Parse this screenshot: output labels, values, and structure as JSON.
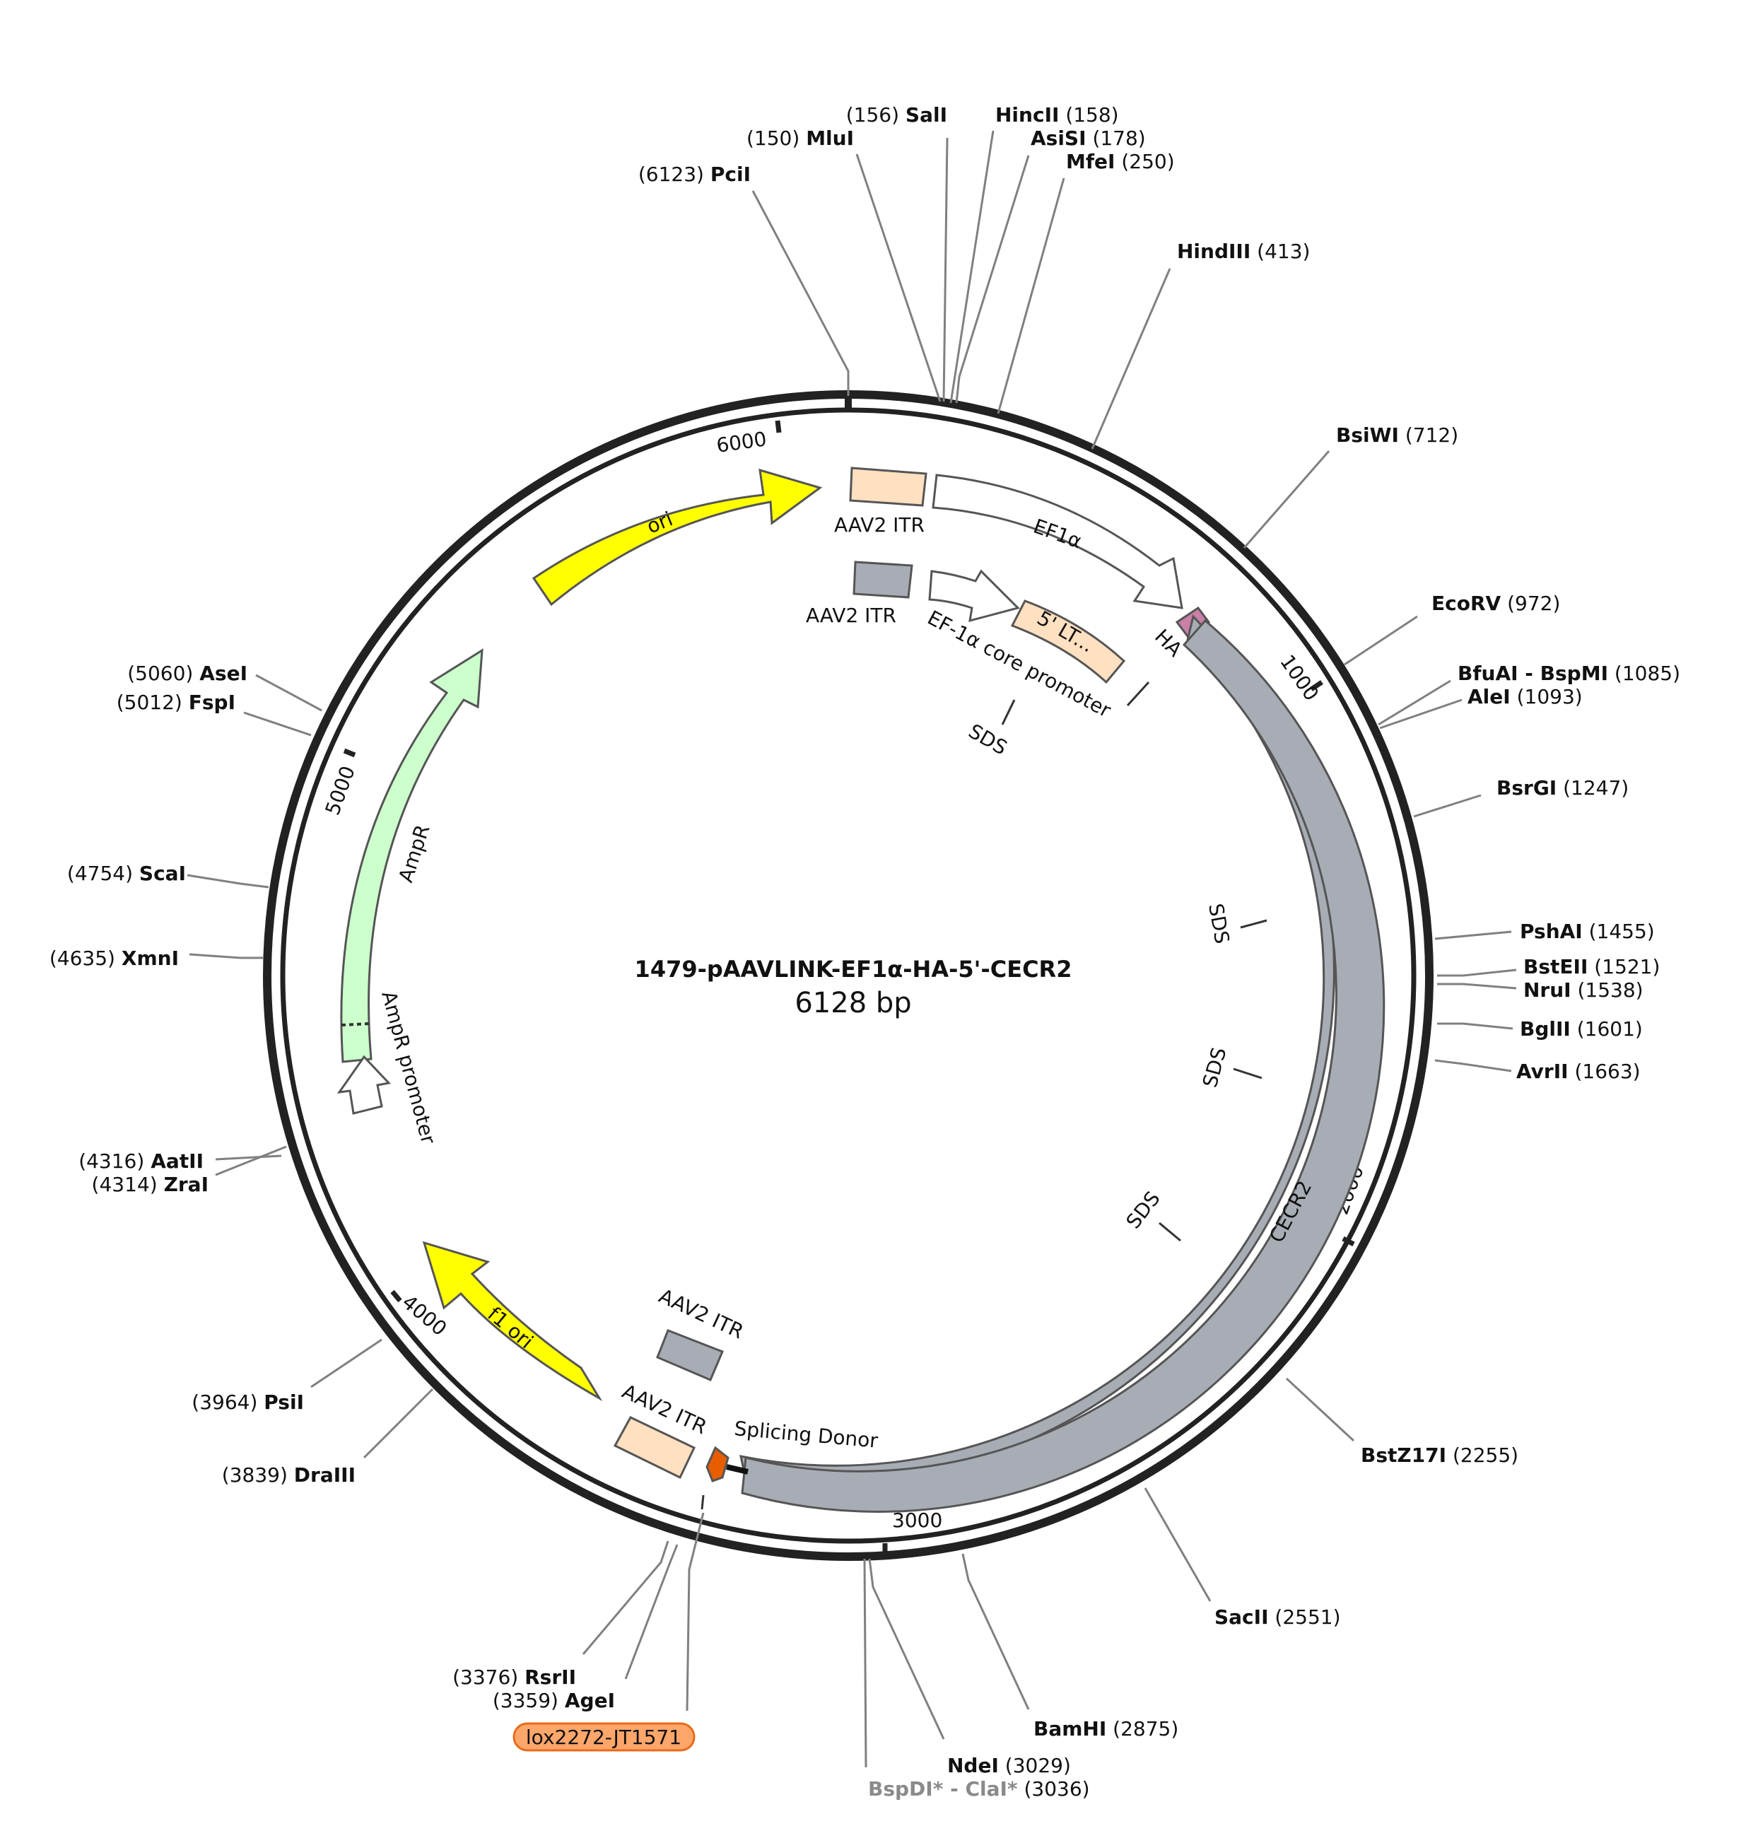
{
  "plasmid": {
    "name": "1479-pAAVLINK-EF1α-HA-5'-CECR2",
    "size_label": "6128 bp",
    "length": 6128
  },
  "ticks": [
    {
      "pos": 1000,
      "label": "1000"
    },
    {
      "pos": 2000,
      "label": "2000"
    },
    {
      "pos": 3000,
      "label": "3000"
    },
    {
      "pos": 4000,
      "label": "4000"
    },
    {
      "pos": 5000,
      "label": "5000"
    },
    {
      "pos": 6000,
      "label": "6000"
    }
  ],
  "enzymes": [
    {
      "id": "pcil",
      "name": "PciI",
      "pos": "(6123)",
      "side": "left"
    },
    {
      "id": "mlui",
      "name": "MluI",
      "pos": "(150)",
      "side": "left"
    },
    {
      "id": "sali",
      "name": "SalI",
      "pos": "(156)",
      "side": "left"
    },
    {
      "id": "hincii",
      "name": "HincII",
      "pos": "(158)",
      "side": "right"
    },
    {
      "id": "asisi",
      "name": "AsiSI",
      "pos": "(178)",
      "side": "right"
    },
    {
      "id": "mfei",
      "name": "MfeI",
      "pos": "(250)",
      "side": "right"
    },
    {
      "id": "hindiii",
      "name": "HindIII",
      "pos": "(413)",
      "side": "right"
    },
    {
      "id": "bsiwi",
      "name": "BsiWI",
      "pos": "(712)",
      "side": "right"
    },
    {
      "id": "ecorv",
      "name": "EcoRV",
      "pos": "(972)",
      "side": "right"
    },
    {
      "id": "bfuai",
      "name": "BfuAI - BspMI",
      "pos": "(1085)",
      "side": "right"
    },
    {
      "id": "alei",
      "name": "AleI",
      "pos": "(1093)",
      "side": "right"
    },
    {
      "id": "bsrgi",
      "name": "BsrGI",
      "pos": "(1247)",
      "side": "right"
    },
    {
      "id": "pshai",
      "name": "PshAI",
      "pos": "(1455)",
      "side": "right"
    },
    {
      "id": "bsteii",
      "name": "BstEII",
      "pos": "(1521)",
      "side": "right"
    },
    {
      "id": "nrui",
      "name": "NruI",
      "pos": "(1538)",
      "side": "right"
    },
    {
      "id": "bglii",
      "name": "BglII",
      "pos": "(1601)",
      "side": "right"
    },
    {
      "id": "avrii",
      "name": "AvrII",
      "pos": "(1663)",
      "side": "right"
    },
    {
      "id": "bstz17i",
      "name": "BstZ17I",
      "pos": "(2255)",
      "side": "right"
    },
    {
      "id": "sacii",
      "name": "SacII",
      "pos": "(2551)",
      "side": "right"
    },
    {
      "id": "bamhi",
      "name": "BamHI",
      "pos": "(2875)",
      "side": "right"
    },
    {
      "id": "ndei",
      "name": "NdeI",
      "pos": "(3029)",
      "side": "right"
    },
    {
      "id": "bspdi",
      "name": "BspDI* - ClaI*",
      "pos": "(3036)",
      "side": "right",
      "muted": true
    },
    {
      "id": "rsrii",
      "name": "RsrII",
      "pos": "(3376)",
      "side": "left"
    },
    {
      "id": "agei",
      "name": "AgeI",
      "pos": "(3359)",
      "side": "left"
    },
    {
      "id": "drai",
      "name": "DraIII",
      "pos": "(3839)",
      "side": "left"
    },
    {
      "id": "psii",
      "name": "PsiI",
      "pos": "(3964)",
      "side": "left"
    },
    {
      "id": "zrai",
      "name": "ZraI",
      "pos": "(4314)",
      "side": "left"
    },
    {
      "id": "aatii",
      "name": "AatII",
      "pos": "(4316)",
      "side": "left"
    },
    {
      "id": "xmni",
      "name": "XmnI",
      "pos": "(4635)",
      "side": "left"
    },
    {
      "id": "scai",
      "name": "ScaI",
      "pos": "(4754)",
      "side": "left"
    },
    {
      "id": "fspi",
      "name": "FspI",
      "pos": "(5012)",
      "side": "left"
    },
    {
      "id": "asei",
      "name": "AseI",
      "pos": "(5060)",
      "side": "left"
    }
  ],
  "features": {
    "ori": "ori",
    "aav2_itr": "AAV2 ITR",
    "ef1a": "EF1α",
    "ha": "HA",
    "ef1a_core": "EF-1α core promoter",
    "five_ltr": "5' LT...",
    "sds": "SDS",
    "cecr2": "CECR2",
    "splicing_donor": "Splicing Donor",
    "f1_ori": "f1 ori",
    "ampr": "AmpR",
    "ampr_promoter": "AmpR promoter",
    "lox": "lox2272-JT1571"
  },
  "colors": {
    "backbone": "#222222",
    "ori": "#ffff00",
    "itr_peach": "#ffe0c0",
    "itr_gray": "#a8adb5",
    "cecr2": "#a8adb5",
    "ampr": "#ccffcc",
    "ha": "#c97fa6",
    "splicing_donor": "#e85d00",
    "lox_fill": "#ffa66b",
    "lox_stroke": "#e86b1a",
    "muted_text": "#8a8a8a"
  }
}
